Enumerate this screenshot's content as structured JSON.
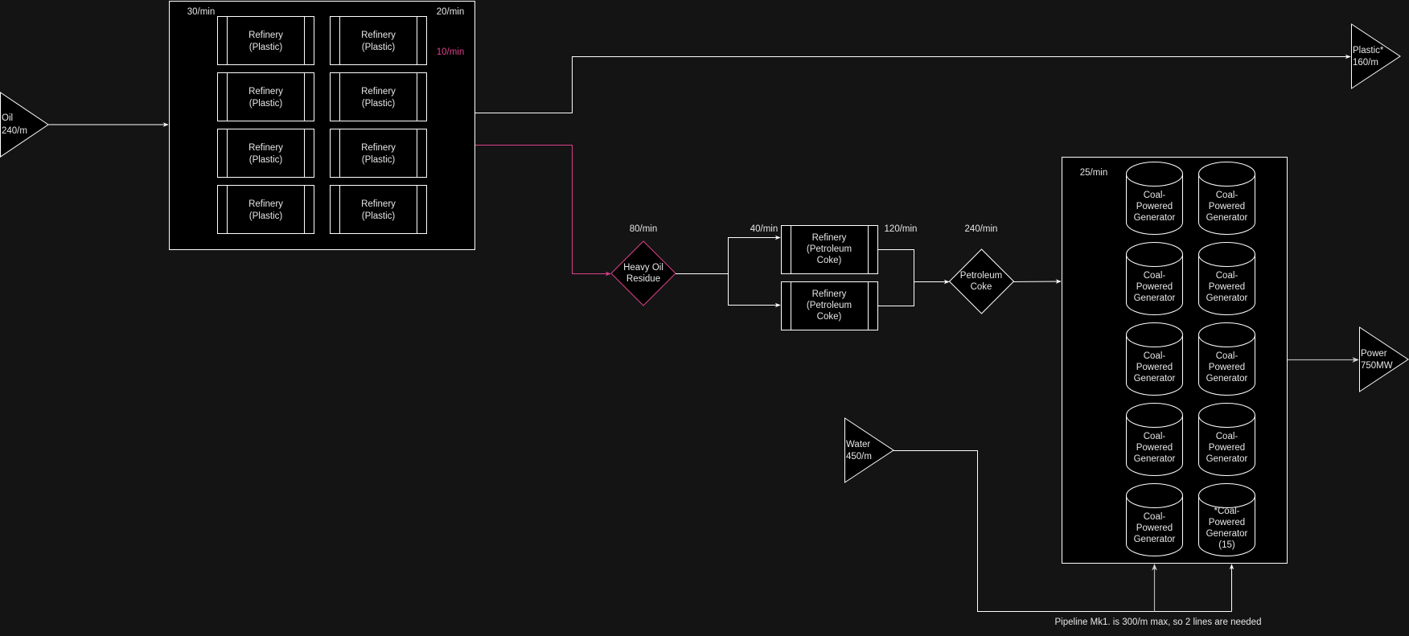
{
  "colors": {
    "background": "#141414",
    "node_fill": "#000000",
    "stroke": "#ffffff",
    "accent_pink": "#d9408a",
    "muted_line": "#b3b3b3"
  },
  "inputs": {
    "oil": {
      "label": "Oil",
      "rate": "240/m"
    },
    "water": {
      "label": "Water",
      "rate": "450/m"
    }
  },
  "outputs": {
    "plastic": {
      "label": "Plastic*",
      "rate": "160/m"
    },
    "power": {
      "label": "Power",
      "rate": "750MW"
    }
  },
  "plastic_group": {
    "input_rate": "30/min",
    "output_rate": "20/min",
    "byproduct_rate": "10/min",
    "machines": [
      {
        "name": "Refinery",
        "recipe": "(Plastic)"
      },
      {
        "name": "Refinery",
        "recipe": "(Plastic)"
      },
      {
        "name": "Refinery",
        "recipe": "(Plastic)"
      },
      {
        "name": "Refinery",
        "recipe": "(Plastic)"
      },
      {
        "name": "Refinery",
        "recipe": "(Plastic)"
      },
      {
        "name": "Refinery",
        "recipe": "(Plastic)"
      },
      {
        "name": "Refinery",
        "recipe": "(Plastic)"
      },
      {
        "name": "Refinery",
        "recipe": "(Plastic)"
      }
    ]
  },
  "heavy_oil": {
    "label_line1": "Heavy Oil",
    "label_line2": "Residue",
    "rate": "80/min"
  },
  "coke_refineries": {
    "input_rate": "40/min",
    "output_rate": "120/min",
    "machines": [
      {
        "name": "Refinery",
        "recipe": "(Petroleum",
        "recipe2": "Coke)"
      },
      {
        "name": "Refinery",
        "recipe": "(Petroleum",
        "recipe2": "Coke)"
      }
    ]
  },
  "petroleum_coke": {
    "label_line1": "Petroleum",
    "label_line2": "Coke",
    "rate": "240/min"
  },
  "generator_group": {
    "input_rate": "25/min",
    "generators": [
      {
        "label": "Coal-\nPowered\nGenerator"
      },
      {
        "label": "Coal-\nPowered\nGenerator"
      },
      {
        "label": "Coal-\nPowered\nGenerator"
      },
      {
        "label": "Coal-\nPowered\nGenerator"
      },
      {
        "label": "Coal-\nPowered\nGenerator"
      },
      {
        "label": "Coal-\nPowered\nGenerator"
      },
      {
        "label": "Coal-\nPowered\nGenerator"
      },
      {
        "label": "Coal-\nPowered\nGenerator"
      },
      {
        "label": "Coal-\nPowered\nGenerator"
      },
      {
        "label": "*Coal-\nPowered\nGenerator\n(15)"
      }
    ]
  },
  "notes": {
    "pipeline": "Pipeline Mk1. is 300/m max, so 2 lines are needed"
  }
}
